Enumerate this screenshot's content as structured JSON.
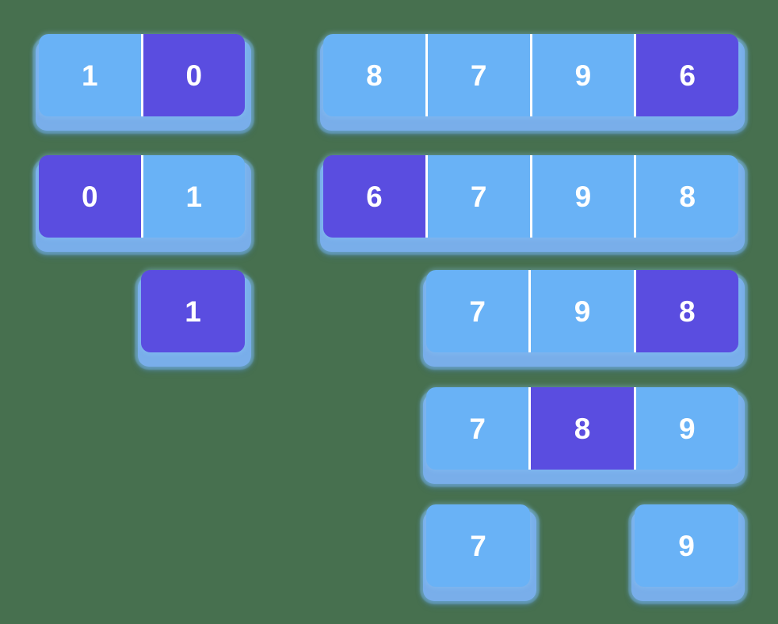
{
  "background_color": "#47704f",
  "palette": {
    "cell_blue": "#69b2f6",
    "cell_highlight_purple": "#5a4de0",
    "base_blue": "#79aeea",
    "divider_white": "#ffffff",
    "text_white": "#ffffff"
  },
  "groups": {
    "left": {
      "rows": [
        {
          "cells": [
            {
              "value": "1",
              "highlight": false
            },
            {
              "value": "0",
              "highlight": true
            }
          ]
        },
        {
          "cells": [
            {
              "value": "0",
              "highlight": true
            },
            {
              "value": "1",
              "highlight": false
            }
          ]
        },
        {
          "cells": [
            {
              "value": "1",
              "highlight": true
            }
          ]
        }
      ]
    },
    "right": {
      "rows": [
        {
          "cells": [
            {
              "value": "8",
              "highlight": false
            },
            {
              "value": "7",
              "highlight": false
            },
            {
              "value": "9",
              "highlight": false
            },
            {
              "value": "6",
              "highlight": true
            }
          ]
        },
        {
          "cells": [
            {
              "value": "6",
              "highlight": true
            },
            {
              "value": "7",
              "highlight": false
            },
            {
              "value": "9",
              "highlight": false
            },
            {
              "value": "8",
              "highlight": false
            }
          ]
        },
        {
          "cells": [
            {
              "value": "7",
              "highlight": false
            },
            {
              "value": "9",
              "highlight": false
            },
            {
              "value": "8",
              "highlight": true
            }
          ]
        },
        {
          "cells": [
            {
              "value": "7",
              "highlight": false
            },
            {
              "value": "8",
              "highlight": true
            },
            {
              "value": "9",
              "highlight": false
            }
          ]
        },
        {
          "cells": [
            {
              "value": "7",
              "highlight": false
            }
          ]
        },
        {
          "cells": [
            {
              "value": "9",
              "highlight": false
            }
          ]
        }
      ]
    }
  }
}
